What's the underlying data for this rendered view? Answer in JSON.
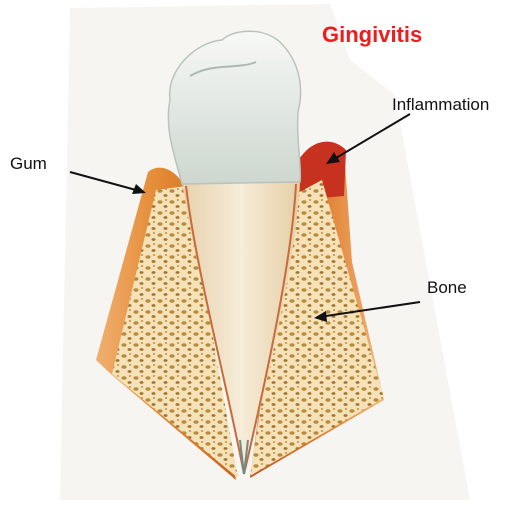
{
  "title": "Gingivitis",
  "labels": {
    "gum": "Gum",
    "inflammation": "Inflammation",
    "bone": "Bone"
  },
  "colors": {
    "title": "#ee1c1c",
    "gum": "#e8923c",
    "inflamed_gum": "#cf3a22",
    "bone": "#f3dcaa",
    "enamel": "#d8e0da",
    "dentin": "#efe2c8",
    "arrow": "#111111"
  }
}
